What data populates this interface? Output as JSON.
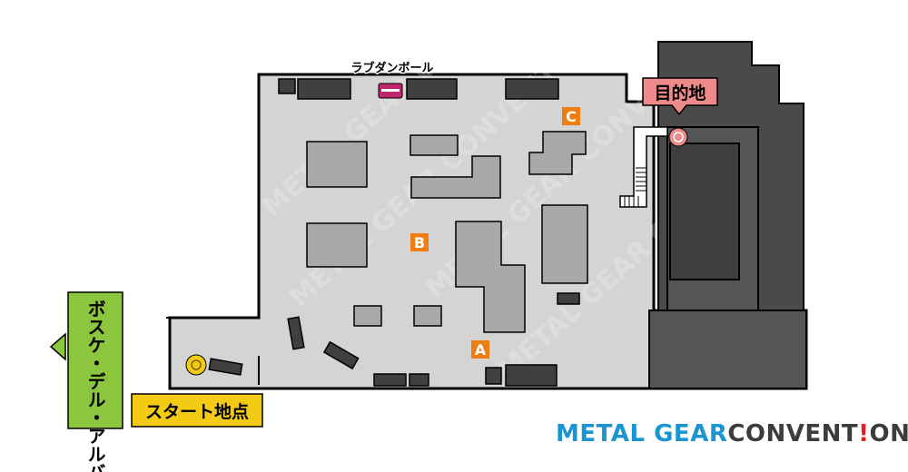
{
  "map": {
    "labels": {
      "start": "スタート地点",
      "destination": "目的地",
      "exit": "ボスケ・デル・アルバ",
      "item": "ラブダンボール",
      "marker_a": "A",
      "marker_b": "B",
      "marker_c": "C"
    },
    "brand": {
      "part1": "METAL GEAR",
      "part2": "CONVENT",
      "part3": "!",
      "part4": "ON"
    },
    "watermark": "mgcvt.com METAL GEAR CONVENTION",
    "colors": {
      "floor": "#d4d4d4",
      "obstacle": "#a9a9a9",
      "dark_block": "#3f3f3f",
      "building": "#555555",
      "marker": "#ef7d10",
      "destination_label": "#ef8a8a",
      "start_label": "#f3cb15",
      "exit_label": "#8cc63f",
      "item_icon": "#c0266e",
      "brand_blue": "#1b95d0",
      "brand_gray": "#3c3c3c",
      "brand_red": "#e61c24"
    },
    "icons": [
      "start-target-icon",
      "destination-target-icon",
      "exit-arrow-icon",
      "cardboard-box-icon"
    ]
  }
}
